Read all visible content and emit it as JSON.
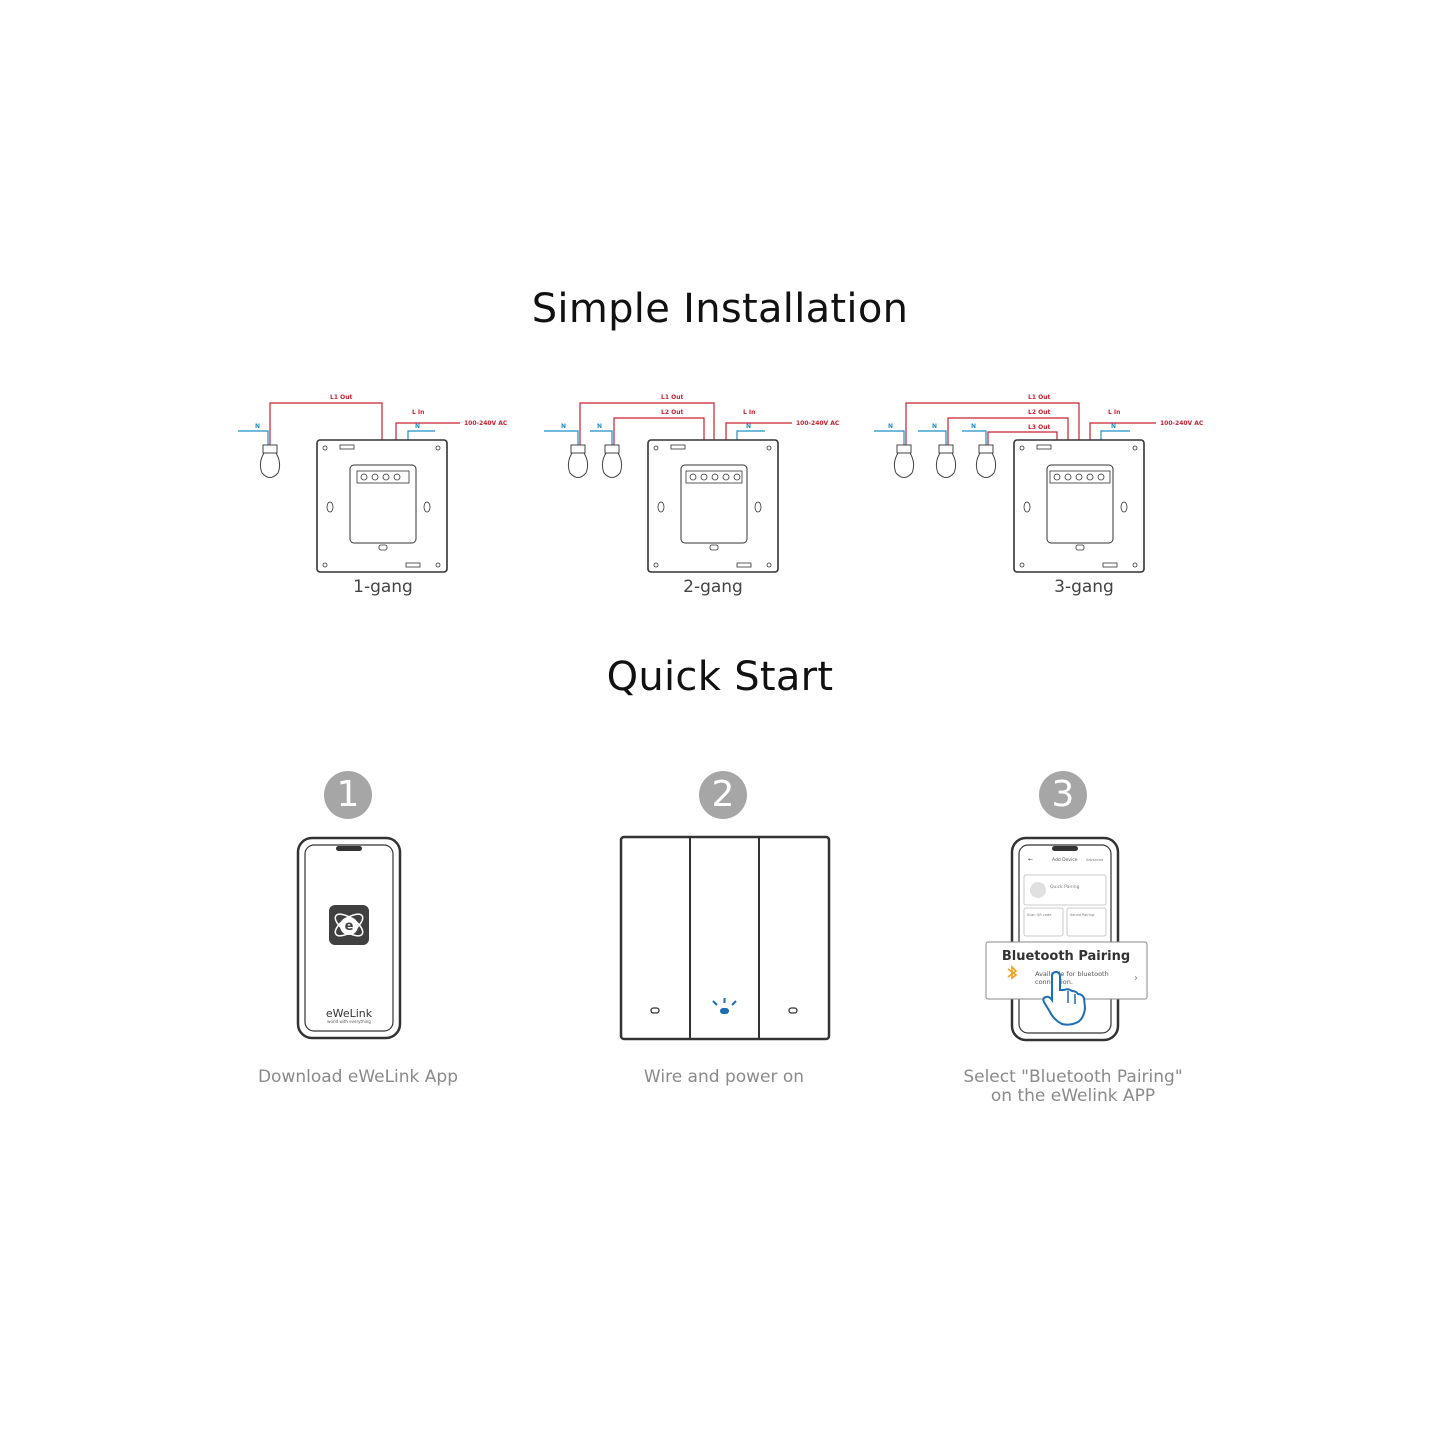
{
  "titles": {
    "installation": "Simple Installation",
    "quick_start": "Quick Start"
  },
  "wiring": {
    "labels": {
      "n": "N",
      "l_in": "L In",
      "ac": "100-240V AC",
      "l1_out": "L1 Out",
      "l2_out": "L2 Out",
      "l3_out": "L3 Out"
    },
    "diagrams": [
      {
        "caption": "1-gang"
      },
      {
        "caption": "2-gang"
      },
      {
        "caption": "3-gang"
      }
    ]
  },
  "steps": [
    {
      "number": "1",
      "caption": "Download eWeLink App"
    },
    {
      "number": "2",
      "caption": "Wire and power on"
    },
    {
      "number": "3",
      "caption_line1": "Select \"Bluetooth Pairing\"",
      "caption_line2": "on the eWelink APP"
    }
  ],
  "app": {
    "name": "eWeLink",
    "tagline": "world with everything",
    "screen_title": "Add Device",
    "screen_action": "Advanced",
    "quick_pairing": "Quick Pairing",
    "scan_qr": "Scan QR code",
    "sound_pairing": "Sound Pairing",
    "bt_title": "Bluetooth Pairing",
    "bt_desc_1": "Available for bluetooth",
    "bt_desc_2": "connection."
  },
  "colors": {
    "live": "#c9202f",
    "neutral": "#1d8fc7",
    "step_badge": "#a6a6a6",
    "indicator": "#1b6fb5",
    "bluetooth": "#f0a020"
  }
}
